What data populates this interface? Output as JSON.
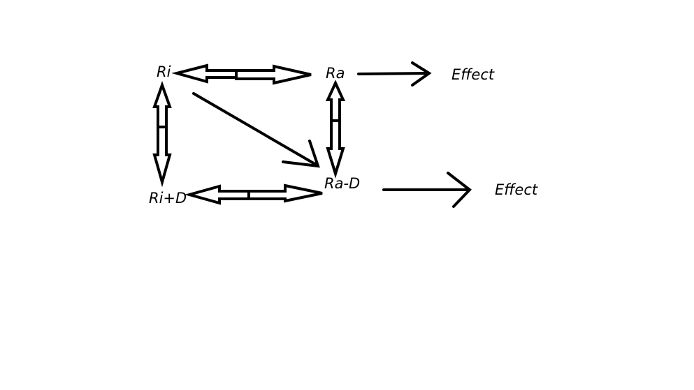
{
  "diagram": {
    "nodes": {
      "ri": "Ri",
      "ra": "Ra",
      "ri_d": "Ri+D",
      "ra_d": "Ra-D",
      "effect_1": "Effect",
      "effect_2": "Effect"
    },
    "edges": [
      {
        "from": "Ri",
        "to": "Ra",
        "type": "bidirectional-hollow"
      },
      {
        "from": "Ri",
        "to": "Ri+D",
        "type": "bidirectional-hollow"
      },
      {
        "from": "Ra",
        "to": "Ra-D",
        "type": "bidirectional-hollow"
      },
      {
        "from": "Ri+D",
        "to": "Ra-D",
        "type": "bidirectional-hollow"
      },
      {
        "from": "Ri",
        "to": "Ra-D",
        "type": "arrow"
      },
      {
        "from": "Ra",
        "to": "Effect",
        "type": "arrow"
      },
      {
        "from": "Ra-D",
        "to": "Effect",
        "type": "arrow"
      }
    ],
    "stroke_color": "#000000",
    "background": "#ffffff"
  }
}
